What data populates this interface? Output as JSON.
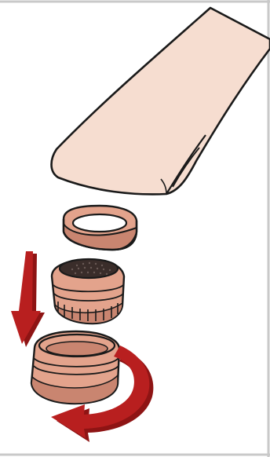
{
  "figure": {
    "kind": "faucet aerator removal instruction illustration",
    "colors": {
      "background": "#ffffff",
      "frame": "#c9c9c9",
      "outline": "#1a1a1a",
      "spout_fill": "#f6ddd0",
      "part_fill": "#e3a38c",
      "part_shadow": "#c98570",
      "screen_fill": "#3a2d2a",
      "arrow": "#b81f1f",
      "arrow_shadow": "#8e1414"
    },
    "parts": [
      {
        "name": "faucet-spout"
      },
      {
        "name": "rubber-washer"
      },
      {
        "name": "aerator-screen-insert"
      },
      {
        "name": "aerator-housing"
      }
    ],
    "arrows": [
      {
        "name": "pull-down-arrow",
        "direction": "down"
      },
      {
        "name": "unscrew-rotation-arrow",
        "direction": "counterclockwise"
      }
    ]
  }
}
